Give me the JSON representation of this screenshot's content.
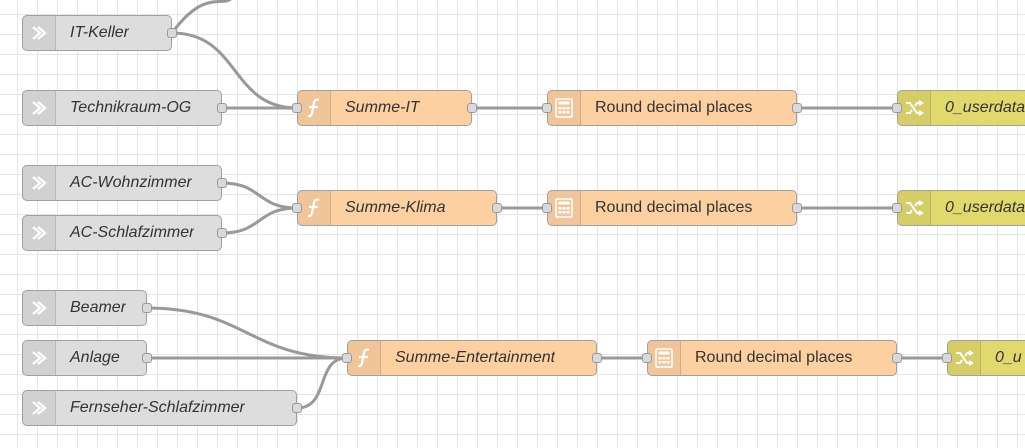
{
  "colors": {
    "link_in_node": "#dddddd",
    "function_node": "#fdd0a2",
    "calc_node": "#fdd0a2",
    "change_node": "#e2d96e",
    "wire": "#999999"
  },
  "icons": {
    "link_in": "arrow-in-icon",
    "function": "function-icon",
    "calc": "calculator-icon",
    "change": "shuffle-icon"
  },
  "flows": [
    {
      "inputs": [
        "IT-Keller",
        "Technikraum-OG"
      ],
      "function": "Summe-IT",
      "calc": "Round decimal places",
      "output": "0_userdata"
    },
    {
      "inputs": [
        "AC-Wohnzimmer",
        "AC-Schlafzimmer"
      ],
      "function": "Summe-Klima",
      "calc": "Round decimal places",
      "output": "0_userdata"
    },
    {
      "inputs": [
        "Beamer",
        "Anlage",
        "Fernseher-Schlafzimmer"
      ],
      "function": "Summe-Entertainment",
      "calc": "Round decimal places",
      "output": "0_u"
    }
  ]
}
